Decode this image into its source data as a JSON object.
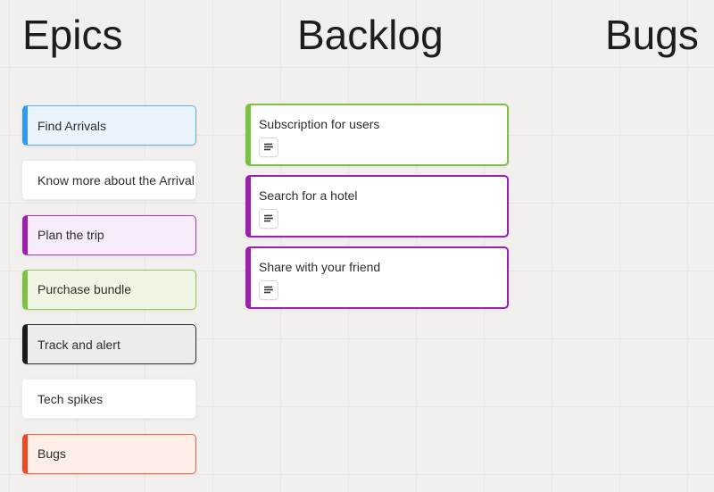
{
  "board": {
    "background_color": "#f1f0ef",
    "grid_line_color": "#e9e7e5"
  },
  "columns": [
    {
      "id": "epics",
      "title": "Epics",
      "cards": [
        {
          "label": "Find Arrivals",
          "accent": "#2e9bf0",
          "bg": "#e9f4fd",
          "border": "#5aaef2",
          "has_description": false
        },
        {
          "label": "Know more about the Arrival",
          "accent": "#ffffff",
          "bg": "#ffffff",
          "border": "#ececec",
          "has_description": false
        },
        {
          "label": "Plan the trip",
          "accent": "#9c1fb0",
          "bg": "#f7ecf9",
          "border": "#a83cb8",
          "has_description": false
        },
        {
          "label": "Purchase bundle",
          "accent": "#7cc242",
          "bg": "#eff7e4",
          "border": "#8cc653",
          "has_description": false
        },
        {
          "label": "Track and alert",
          "accent": "#1b1b1b",
          "bg": "#ececec",
          "border": "#2f2f2f",
          "has_description": false
        },
        {
          "label": "Tech spikes",
          "accent": "#ffffff",
          "bg": "#ffffff",
          "border": "#ececec",
          "has_description": false
        },
        {
          "label": "Bugs",
          "accent": "#ea4a24",
          "bg": "#fdeee8",
          "border": "#ee6240",
          "has_description": false
        }
      ]
    },
    {
      "id": "backlog",
      "title": "Backlog",
      "cards": [
        {
          "label": "Subscription for users",
          "accent": "#7cc242",
          "bg": "#ffffff",
          "border": "#7cc242",
          "has_description": true
        },
        {
          "label": "Search for a hotel",
          "accent": "#9c1fb0",
          "bg": "#ffffff",
          "border": "#9c1fb0",
          "has_description": true
        },
        {
          "label": "Share with your friend",
          "accent": "#9c1fb0",
          "bg": "#ffffff",
          "border": "#9c1fb0",
          "has_description": true
        }
      ]
    },
    {
      "id": "bugs",
      "title": "Bugs",
      "cards": []
    }
  ],
  "icons": {
    "description": "description-icon"
  }
}
